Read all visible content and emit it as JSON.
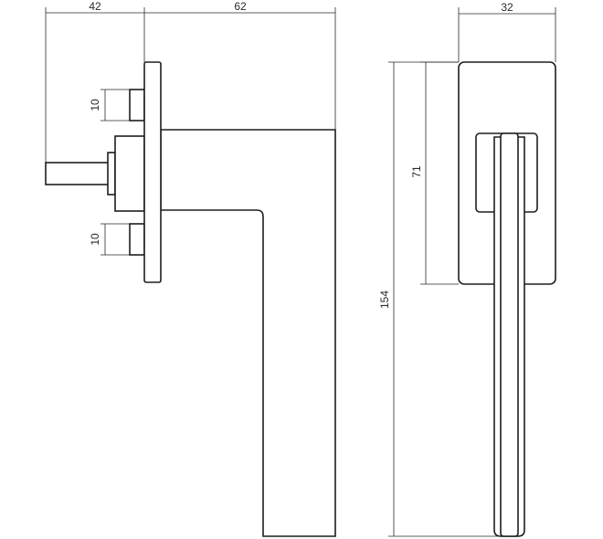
{
  "dimensions": {
    "side_rose_to_spindle": "42",
    "side_handle_length": "62",
    "side_upper_pin": "10",
    "side_lower_pin": "10",
    "front_rose_width": "32",
    "front_rose_height": "71",
    "front_total_height": "154"
  },
  "colors": {
    "line": "#1e1e1e",
    "background": "#ffffff"
  }
}
